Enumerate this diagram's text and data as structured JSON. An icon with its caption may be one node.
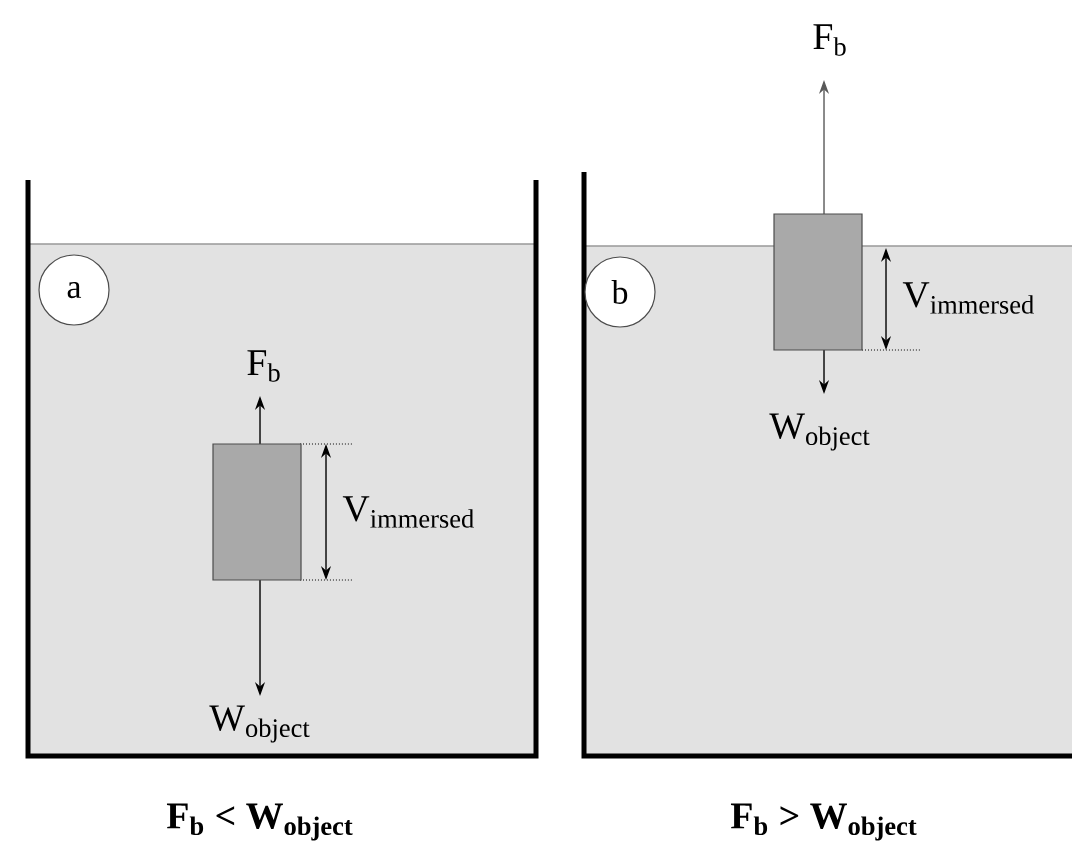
{
  "diagram": {
    "nodes": [
      {
        "text": [
          "a"
        ]
      },
      {
        "text": [],
        "shape": "box"
      },
      {
        "text": [
          "b"
        ]
      },
      {
        "text": [],
        "shape": "box"
      }
    ],
    "labels": [
      "F$_{b}$",
      "V$_{immersed}$",
      "W$_{object}$",
      "F$_{b}$",
      "V$_{immersed}$",
      "W$_{object}$",
      "F$_{b}$ < W$_{object}$",
      "F$_{b}$ > W$_{object}$"
    ]
  }
}
